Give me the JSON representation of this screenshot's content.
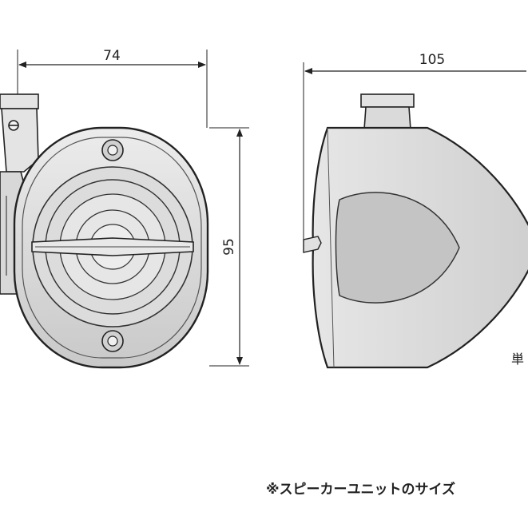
{
  "dimensions": {
    "front_width": "74",
    "front_height": "95",
    "side_depth": "105"
  },
  "unit_label": "単",
  "footnote": "※スピーカーユニットのサイズ"
}
